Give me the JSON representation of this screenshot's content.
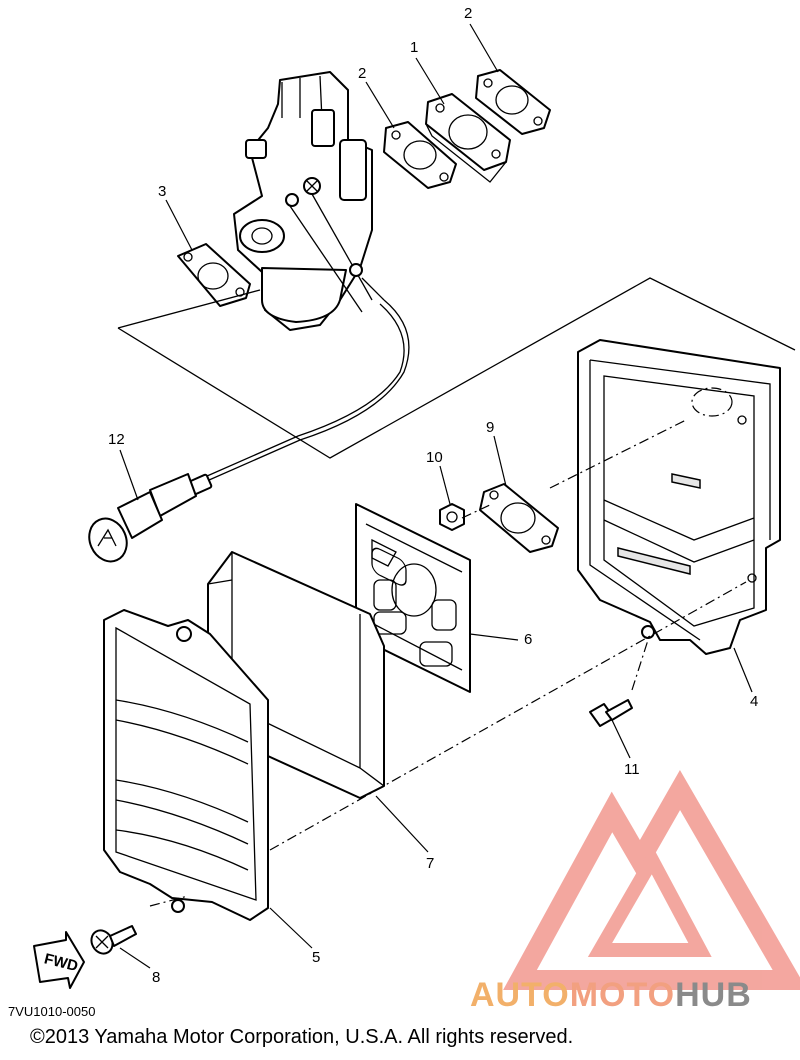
{
  "diagram": {
    "code": "7VU1010-0050",
    "copyright": "©2013 Yamaha Motor Corporation, U.S.A. All rights reserved.",
    "fwd_label": "FWD",
    "callouts": [
      "1",
      "2",
      "2",
      "3",
      "4",
      "5",
      "6",
      "7",
      "8",
      "9",
      "10",
      "11",
      "12"
    ]
  },
  "watermark": {
    "part_auto": "AUTO",
    "part_moto": "MOTO",
    "part_hub": "HUB",
    "colors": {
      "auto": "#f2b06a",
      "moto": "#f2a080",
      "hub": "#8a8a8a",
      "logo": "#f08a80"
    }
  }
}
